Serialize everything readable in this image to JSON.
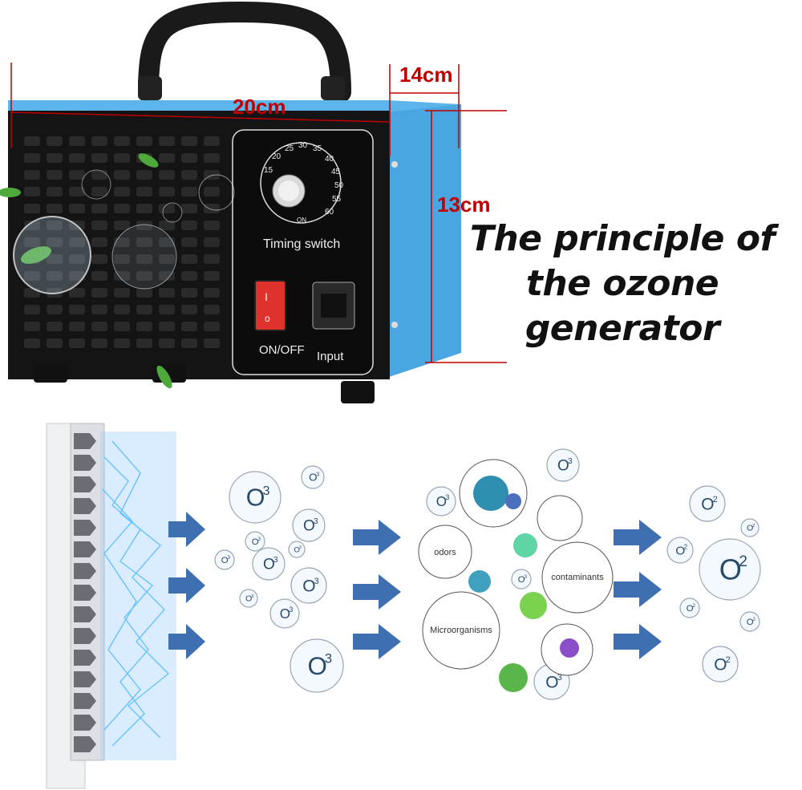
{
  "dimensions": {
    "width_label": "20cm",
    "depth_label": "14cm",
    "height_label": "13cm"
  },
  "title": {
    "line1": "The principle of",
    "line2": "the ozone generator"
  },
  "panel": {
    "timer_label": "Timing switch",
    "timer_marks": [
      "15",
      "20",
      "25",
      "30",
      "35",
      "40",
      "45",
      "50",
      "55",
      "60",
      "ON"
    ],
    "switch_label": "ON/OFF",
    "input_label": "Input"
  },
  "diagram": {
    "ozone_symbol": "O",
    "ozone_sup": "3",
    "oxygen_symbol": "O",
    "oxygen_sup": "2",
    "labels": {
      "odors": "odors",
      "contaminants": "contaminants",
      "microorganisms": "Microorganisms"
    }
  },
  "colors": {
    "case_blue": "#4aa6e0",
    "panel_black": "#111111",
    "dimension_red": "#c00000",
    "arrow_blue": "#3e6fb0",
    "switch_red": "#e0322c"
  }
}
